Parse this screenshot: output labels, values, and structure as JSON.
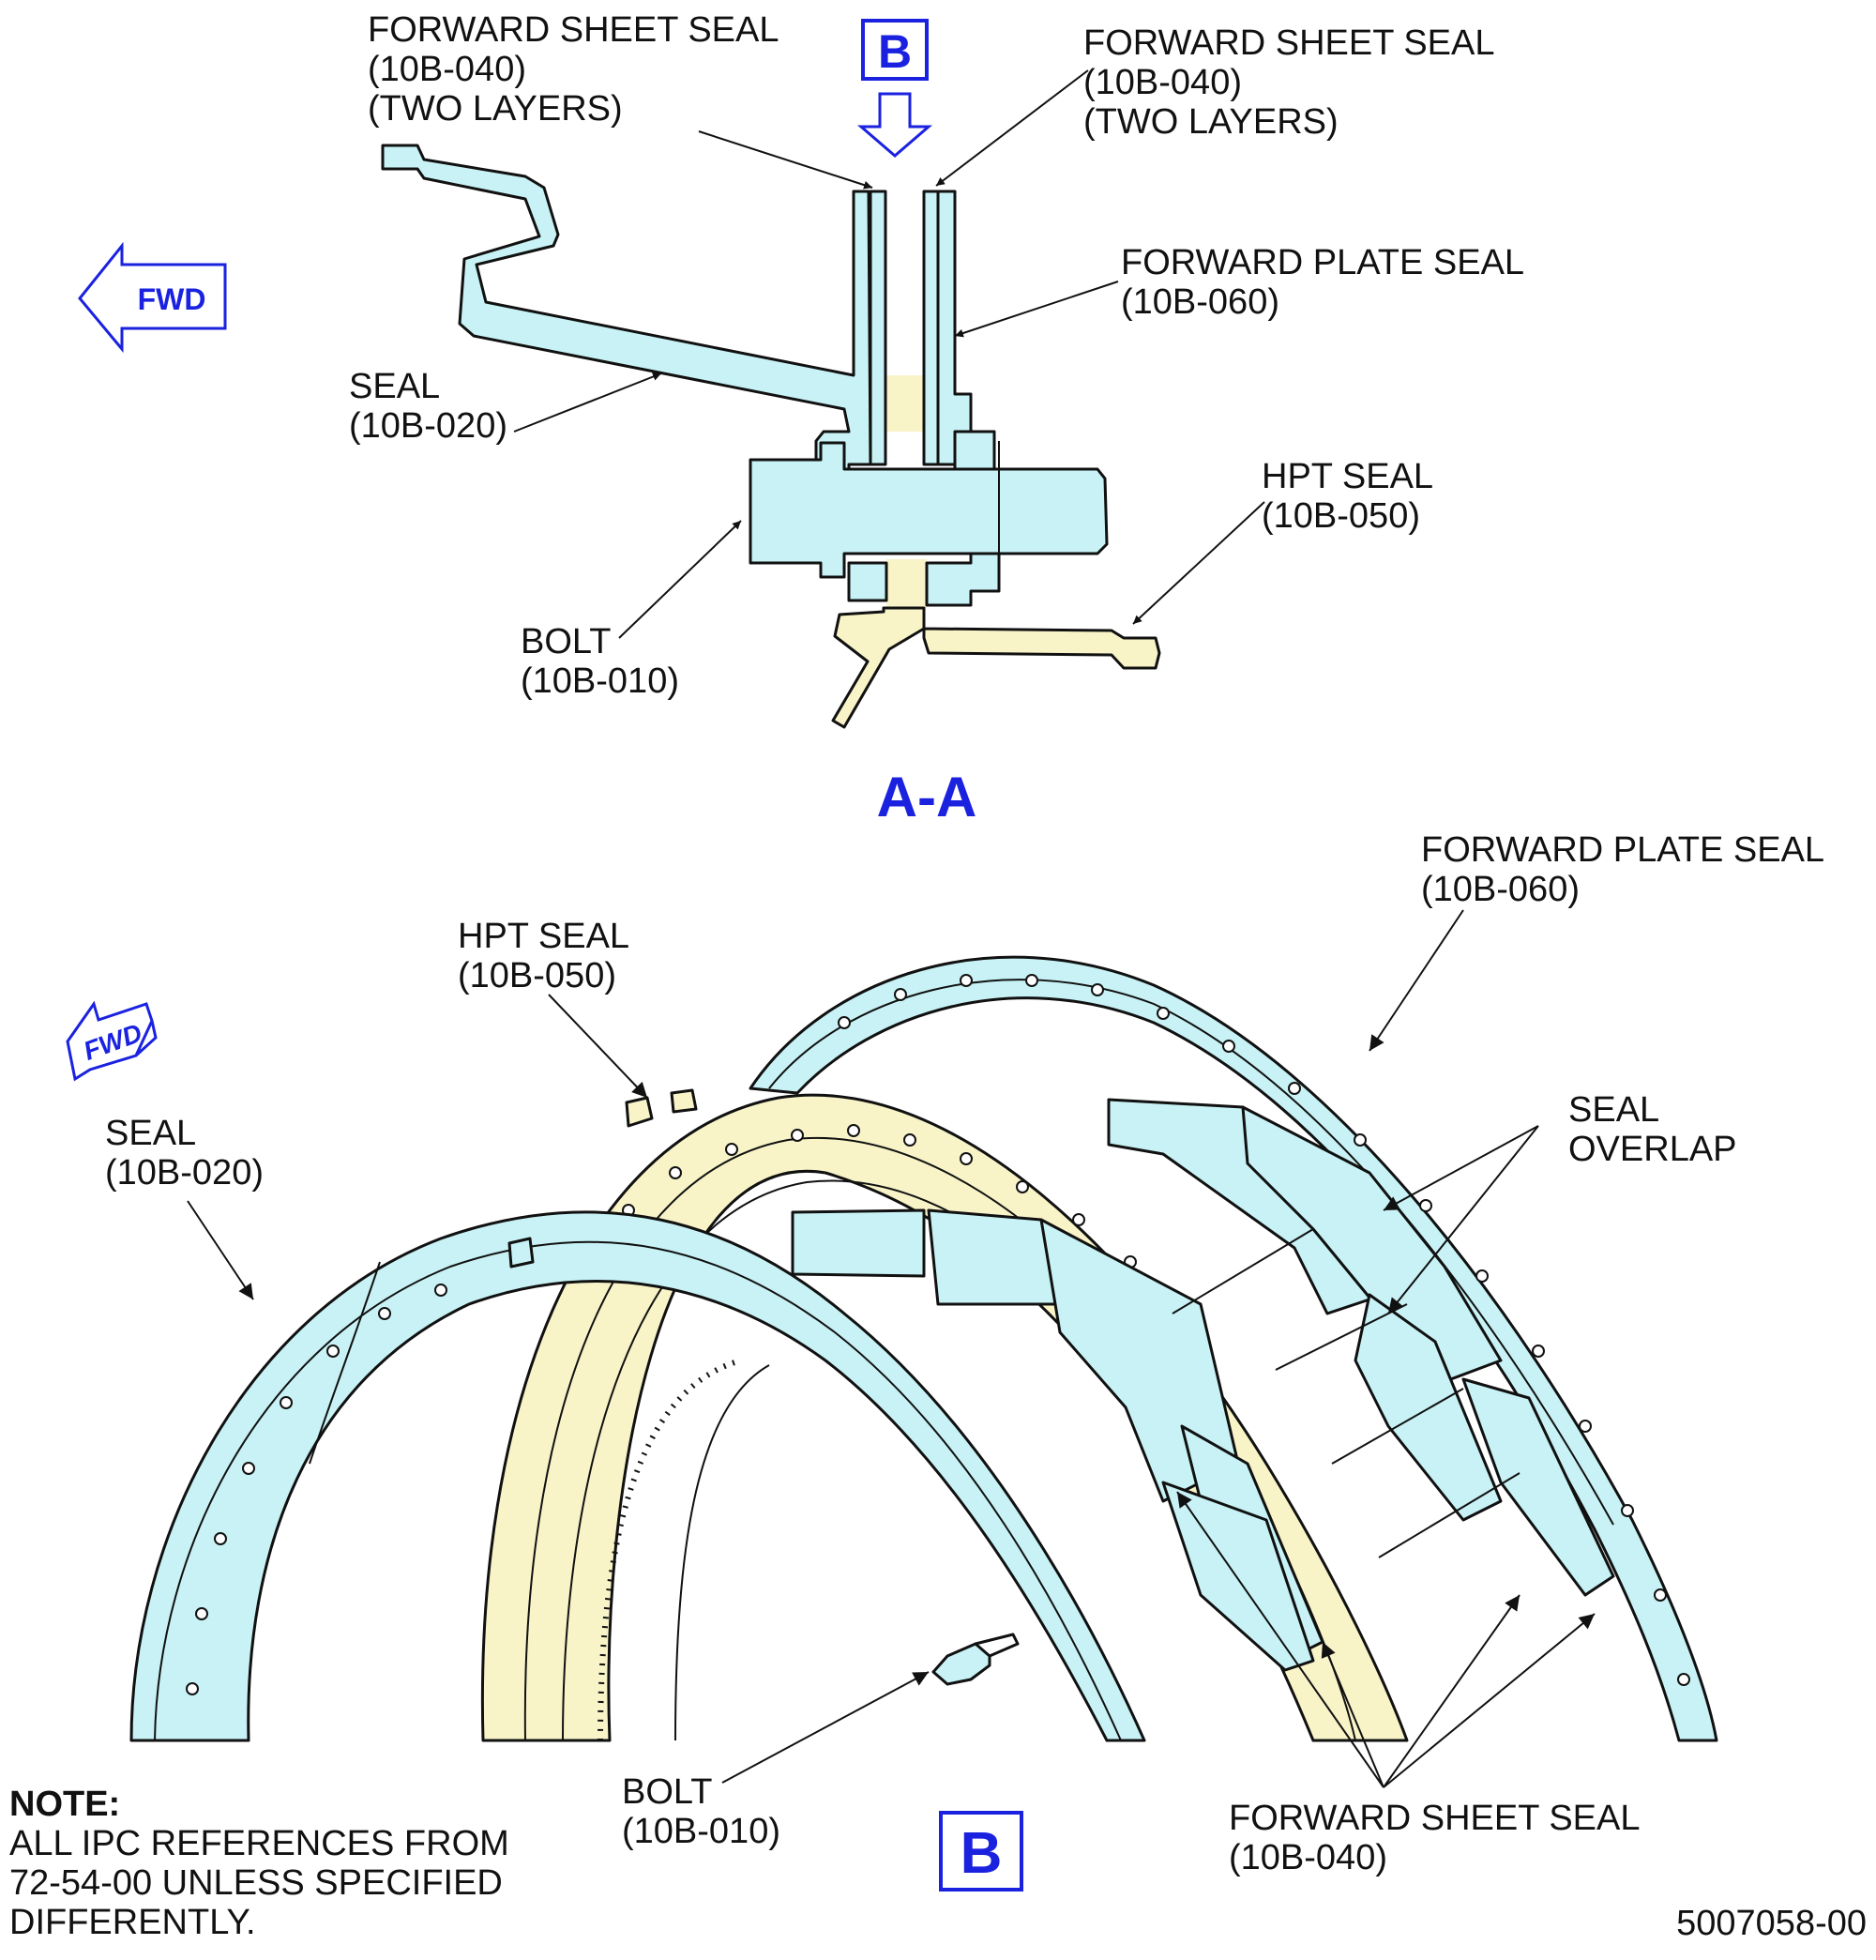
{
  "colors": {
    "seal_fill": "#c8f2f5",
    "hpt_fill": "#f8f4c8",
    "annotation_blue": "#1a22e0",
    "line": "#111111"
  },
  "section_aa": {
    "view_title": "A-A",
    "view_ref": "B",
    "fwd": "FWD",
    "labels": {
      "fss_left": [
        "FORWARD SHEET SEAL",
        "(10B-040)",
        "(TWO LAYERS)"
      ],
      "fss_right": [
        "FORWARD SHEET SEAL",
        "(10B-040)",
        "(TWO LAYERS)"
      ],
      "fps": [
        "FORWARD PLATE SEAL",
        "(10B-060)"
      ],
      "seal": [
        "SEAL",
        "(10B-020)"
      ],
      "hpt": [
        "HPT SEAL",
        "(10B-050)"
      ],
      "bolt": [
        "BOLT",
        "(10B-010)"
      ]
    }
  },
  "view_b": {
    "view_title": "B",
    "fwd": "FWD",
    "labels": {
      "fps": [
        "FORWARD PLATE SEAL",
        "(10B-060)"
      ],
      "hpt": [
        "HPT SEAL",
        "(10B-050)"
      ],
      "overlap": [
        "SEAL",
        "OVERLAP"
      ],
      "seal": [
        "SEAL",
        "(10B-020)"
      ],
      "bolt": [
        "BOLT",
        "(10B-010)"
      ],
      "fss": [
        "FORWARD SHEET SEAL",
        "(10B-040)"
      ]
    }
  },
  "note": {
    "heading": "NOTE:",
    "lines": [
      "ALL IPC REFERENCES FROM",
      "72-54-00 UNLESS SPECIFIED",
      "DIFFERENTLY."
    ]
  },
  "figure_number": "5007058-00"
}
